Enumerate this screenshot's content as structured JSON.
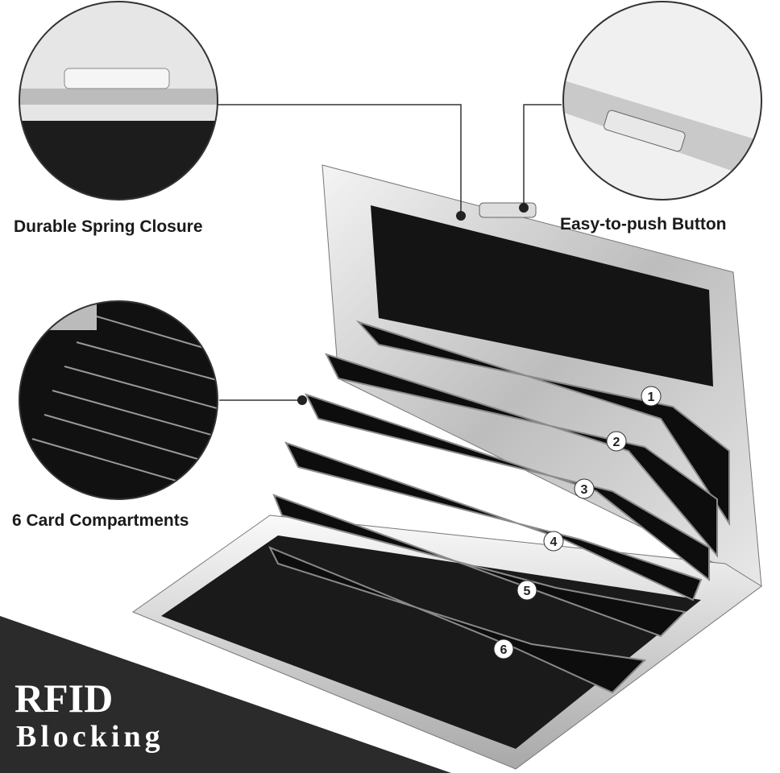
{
  "callouts": {
    "spring_closure": "Durable Spring Closure",
    "push_button": "Easy-to-push Button",
    "compartments": "6 Card Compartments"
  },
  "compartment_numbers": [
    "1",
    "2",
    "3",
    "4",
    "5",
    "6"
  ],
  "banner": {
    "line1": "RFID",
    "line2": "Blocking"
  },
  "colors": {
    "metal": "#d9d9d9",
    "interior": "#141414",
    "banner": "#2b2b2b",
    "text": "#1a1a1a"
  }
}
